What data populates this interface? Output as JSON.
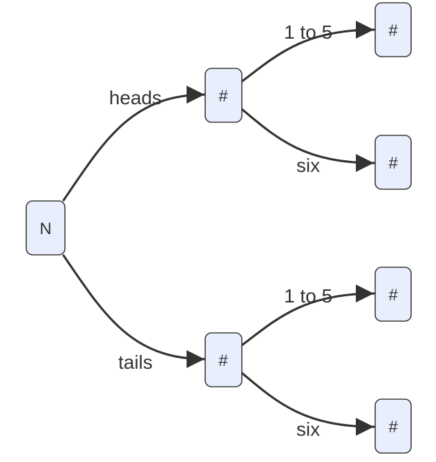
{
  "diagram": {
    "type": "tree",
    "direction": "left-to-right",
    "colors": {
      "node_fill": "#e8eefc",
      "node_stroke": "#3a3a3a",
      "edge": "#333333",
      "text": "#333333",
      "background": "#ffffff"
    },
    "nodes": {
      "root": "N",
      "heads": "#",
      "tails": "#",
      "heads_1to5": "#",
      "heads_six": "#",
      "tails_1to5": "#",
      "tails_six": "#"
    },
    "edges": [
      {
        "from": "root",
        "to": "heads",
        "label": "heads"
      },
      {
        "from": "root",
        "to": "tails",
        "label": "tails"
      },
      {
        "from": "heads",
        "to": "heads_1to5",
        "label": "1 to 5"
      },
      {
        "from": "heads",
        "to": "heads_six",
        "label": "six"
      },
      {
        "from": "tails",
        "to": "tails_1to5",
        "label": "1 to 5"
      },
      {
        "from": "tails",
        "to": "tails_six",
        "label": "six"
      }
    ]
  }
}
